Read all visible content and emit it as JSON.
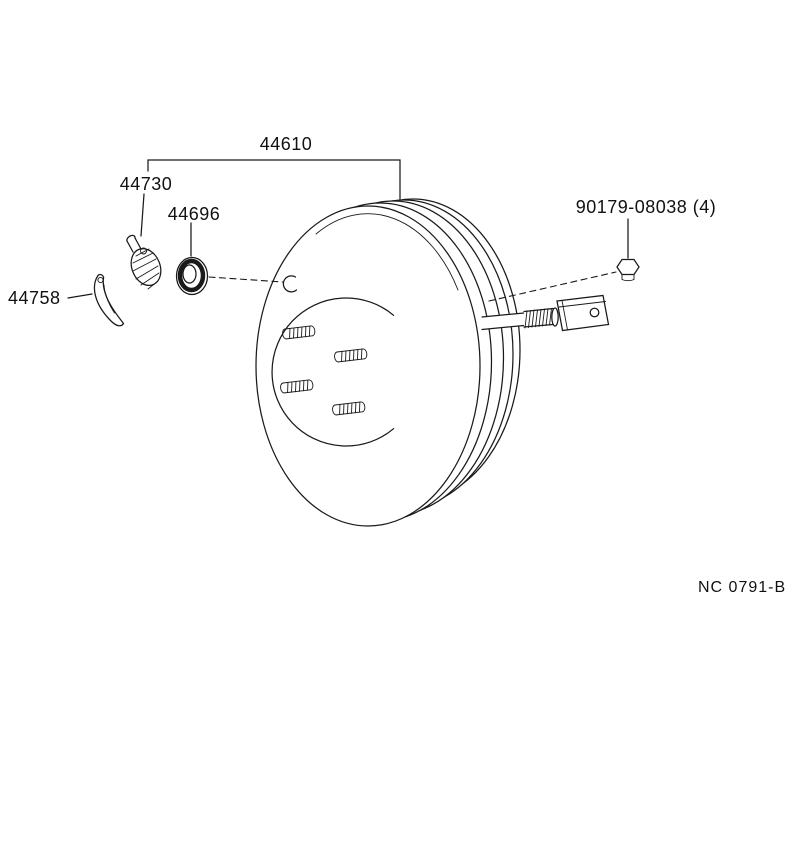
{
  "labels": {
    "booster": "44610",
    "check_valve": "44730",
    "grommet": "44696",
    "clip": "44758",
    "nut": "90179-08038 (4)"
  },
  "footer": {
    "code": "NC 0791-B"
  },
  "colors": {
    "ink": "#1a1a1a",
    "background": "#ffffff"
  }
}
